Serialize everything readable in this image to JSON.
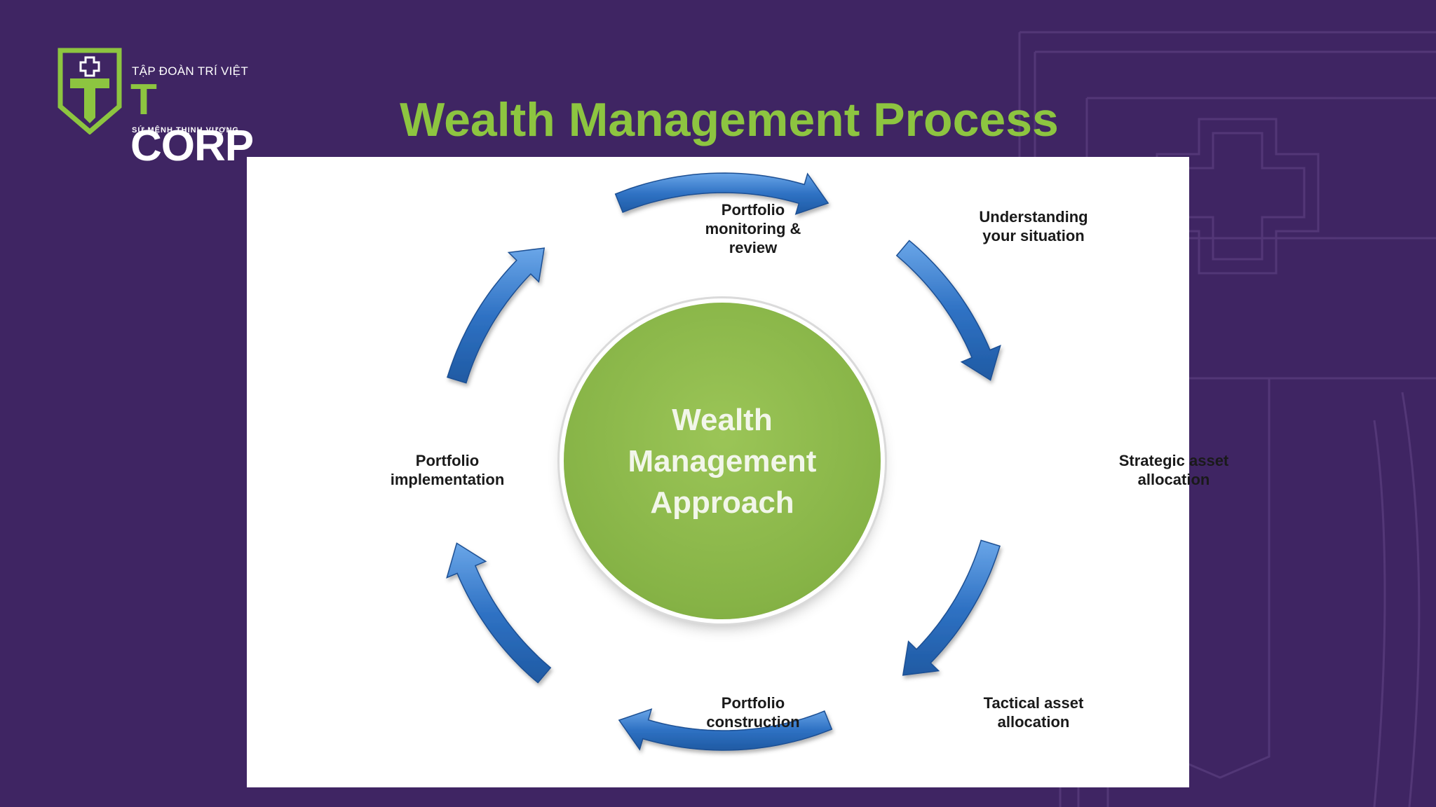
{
  "title": "Wealth Management Process",
  "logo": {
    "top_text": "TẬP ĐOÀN TRÍ VIỆT",
    "brand_letter": "T",
    "brand_rest": "CORP",
    "tagline": "SỨ MỆNH THỊNH VƯỢNG"
  },
  "diagram": {
    "center": {
      "lines": [
        "Wealth",
        "Management",
        "Approach"
      ]
    },
    "steps": [
      {
        "id": "understanding",
        "lines": [
          "Understanding",
          "your situation"
        ]
      },
      {
        "id": "strategic",
        "lines": [
          "Strategic asset",
          "allocation"
        ]
      },
      {
        "id": "tactical",
        "lines": [
          "Tactical asset",
          "allocation"
        ]
      },
      {
        "id": "construction",
        "lines": [
          "Portfolio",
          "construction"
        ]
      },
      {
        "id": "implementation",
        "lines": [
          "Portfolio",
          "implementation"
        ]
      },
      {
        "id": "monitoring",
        "lines": [
          "Portfolio",
          "monitoring &",
          "review"
        ]
      }
    ]
  },
  "colors": {
    "background": "#3f2563",
    "title_green": "#8dc540",
    "arrow_blue": "#2e6fbe",
    "circle_green": "#86b346"
  },
  "icons": {
    "logo": "tcorp-shield-icon",
    "arrow": "curved-arrow-icon"
  }
}
